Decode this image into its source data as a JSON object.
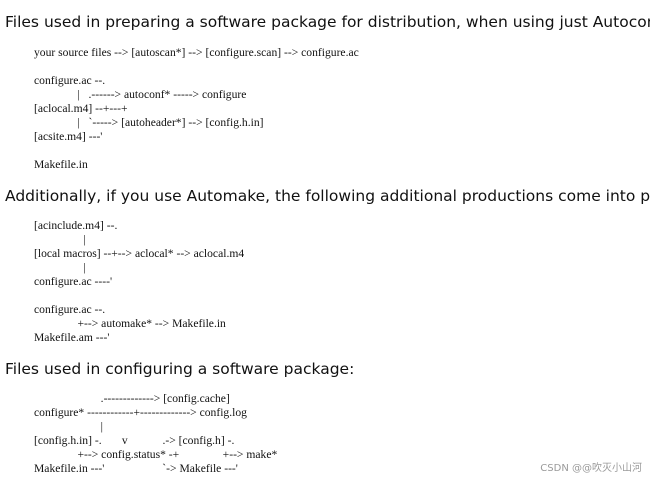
{
  "sections": [
    {
      "heading": "Files used in preparing a software package for distribution, when using just Autoconf:",
      "code": "your source files --> [autoscan*] --> [configure.scan] --> configure.ac\n\nconfigure.ac --.\n               |   .------> autoconf* -----> configure\n[aclocal.m4] --+---+\n               |   `-----> [autoheader*] --> [config.h.in]\n[acsite.m4] ---'\n\nMakefile.in"
    },
    {
      "heading": "Additionally, if you use Automake, the following additional productions come into play:",
      "code": "[acinclude.m4] --.\n                 |\n[local macros] --+--> aclocal* --> aclocal.m4\n                 |\nconfigure.ac ----'\n\nconfigure.ac --.\n               +--> automake* --> Makefile.in\nMakefile.am ---'"
    },
    {
      "heading": "Files used in configuring a software package:",
      "code": "                       .-------------> [config.cache]\nconfigure* ------------+-------------> config.log\n                       |\n[config.h.in] -.       v            .-> [config.h] -.\n               +--> config.status* -+               +--> make*\nMakefile.in ---'                    `-> Makefile ---'"
    }
  ],
  "watermark": "CSDN @@吹灭小山河"
}
